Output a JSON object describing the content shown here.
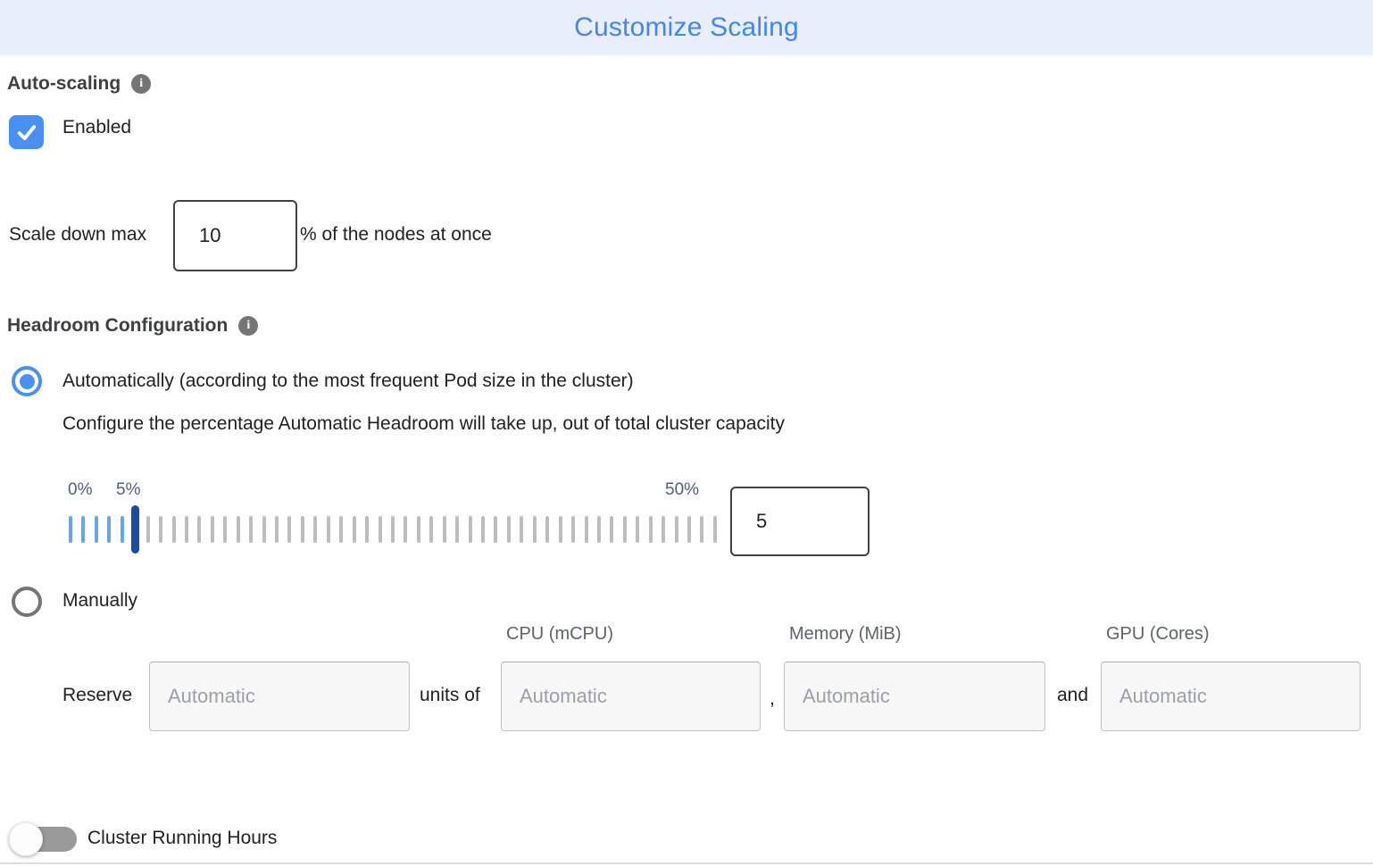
{
  "header": {
    "title": "Customize Scaling"
  },
  "auto_scaling": {
    "label": "Auto-scaling",
    "checkbox_checked": true,
    "enabled_label": "Enabled"
  },
  "scale_down": {
    "label": "Scale down max",
    "value": "10",
    "suffix": "% of the nodes at once"
  },
  "headroom": {
    "label": "Headroom Configuration",
    "automatic": {
      "radio_selected": true,
      "label": "Automatically (according to the most frequent Pod size in the cluster)",
      "description": "Configure the percentage Automatic Headroom will take up, out of total cluster capacity",
      "slider": {
        "min": 0,
        "max": 50,
        "current": 5,
        "min_label": "0%",
        "current_label": "5%",
        "max_label": "50%"
      },
      "value": "5"
    },
    "manual": {
      "radio_selected": false,
      "label": "Manually",
      "columns": [
        "CPU (mCPU)",
        "Memory (MiB)",
        "GPU (Cores)"
      ],
      "reserve_label": "Reserve",
      "units_of_label": "units of",
      "comma_label": ",",
      "and_label": "and",
      "placeholder": "Automatic"
    }
  },
  "cluster_running_hours": {
    "label": "Cluster Running Hours",
    "enabled": false
  },
  "colors": {
    "header_bg": "#e8eefc",
    "title_blue": "#4285f4",
    "accent_blue": "#4a90f2",
    "handle_navy": "#1b4ca3",
    "tick_blue": "#66a5f1",
    "tick_gray": "#bdbdbd",
    "slider_label": "#4e5f7d",
    "info_gray": "#757575",
    "toggle_off_gray": "#9a9a9a"
  }
}
